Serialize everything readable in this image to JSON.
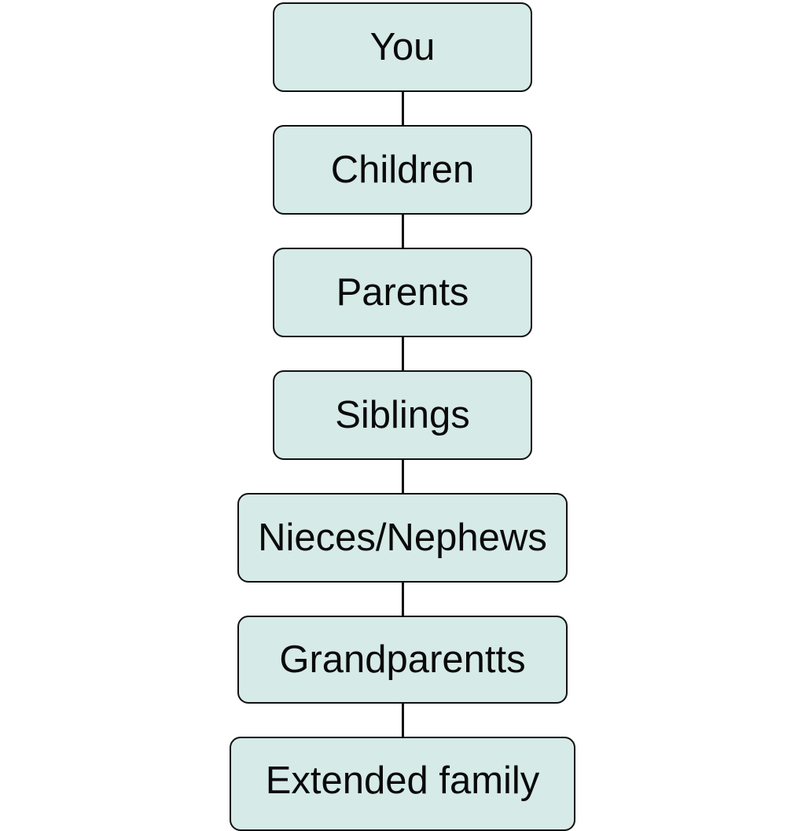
{
  "diagram": {
    "type": "vertical-flow",
    "colors": {
      "node_fill": "#d6eae8",
      "node_border": "#111111",
      "connector": "#111111",
      "text": "#0a0a0a"
    },
    "nodes": [
      {
        "label": "You"
      },
      {
        "label": "Children"
      },
      {
        "label": "Parents"
      },
      {
        "label": "Siblings"
      },
      {
        "label": "Nieces/Nephews"
      },
      {
        "label": "Grandparentts"
      },
      {
        "label": "Extended family"
      }
    ]
  }
}
